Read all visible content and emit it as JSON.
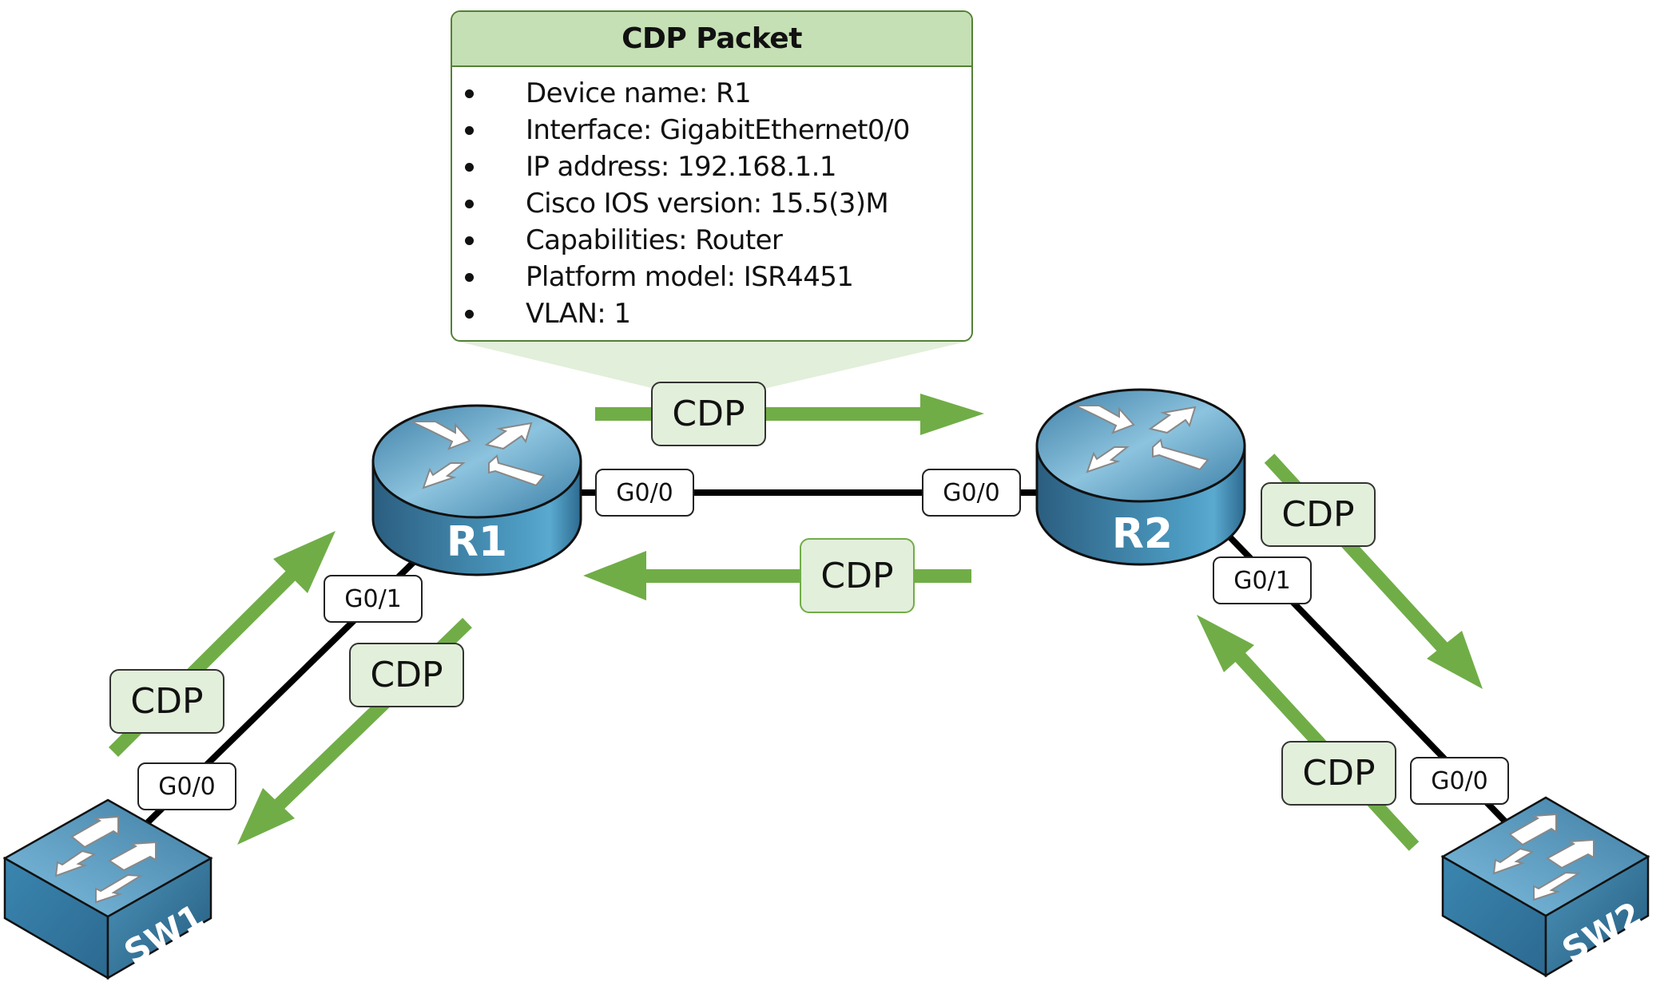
{
  "diagram": {
    "title": "CDP neighbor discovery between routers and switches",
    "colors": {
      "cdp_arrow": "#70ad47",
      "cdp_label_fill": "#e2efda",
      "callout_header": "#c5e0b4",
      "callout_border": "#538135",
      "device_blue": "#3f86ad",
      "link": "#000000"
    }
  },
  "callout": {
    "title": "CDP Packet",
    "items": [
      "Device name: R1",
      "Interface: GigabitEthernet0/0",
      "IP address: 192.168.1.1",
      "Cisco IOS version: 15.5(3)M",
      "Capabilities: Router",
      "Platform model: ISR4451",
      "VLAN: 1"
    ]
  },
  "devices": {
    "r1": {
      "name": "R1",
      "type": "router",
      "icon": "router-icon"
    },
    "r2": {
      "name": "R2",
      "type": "router",
      "icon": "router-icon"
    },
    "sw1": {
      "name": "SW1",
      "type": "switch",
      "icon": "switch-icon"
    },
    "sw2": {
      "name": "SW2",
      "type": "switch",
      "icon": "switch-icon"
    }
  },
  "interfaces": {
    "r1_g00": "G0/0",
    "r2_g00": "G0/0",
    "r1_g01": "G0/1",
    "sw1_g00": "G0/0",
    "r2_g01": "G0/1",
    "sw2_g00": "G0/0"
  },
  "links": [
    {
      "from": "R1",
      "from_if": "G0/0",
      "to": "R2",
      "to_if": "G0/0"
    },
    {
      "from": "R1",
      "from_if": "G0/1",
      "to": "SW1",
      "to_if": "G0/0"
    },
    {
      "from": "R2",
      "from_if": "G0/1",
      "to": "SW2",
      "to_if": "G0/0"
    }
  ],
  "cdp_flows": {
    "r1_to_r2": {
      "label": "CDP",
      "from": "R1",
      "to": "R2"
    },
    "r2_to_r1": {
      "label": "CDP",
      "from": "R2",
      "to": "R1"
    },
    "sw1_to_r1": {
      "label": "CDP",
      "from": "SW1",
      "to": "R1"
    },
    "r1_to_sw1": {
      "label": "CDP",
      "from": "R1",
      "to": "SW1"
    },
    "r2_to_sw2": {
      "label": "CDP",
      "from": "R2",
      "to": "SW2"
    },
    "sw2_to_r2": {
      "label": "CDP",
      "from": "SW2",
      "to": "R2"
    }
  }
}
